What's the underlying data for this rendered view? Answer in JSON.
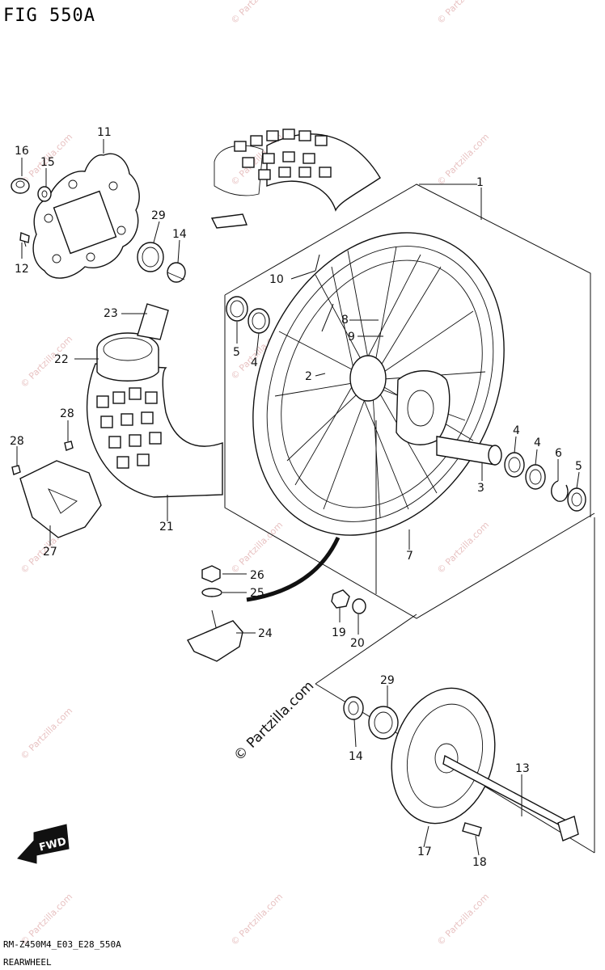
{
  "figure": {
    "title": "FIG 550A",
    "code": "RM-Z450M4_E03_E28_550A",
    "name": "REARWHEEL"
  },
  "watermark": {
    "repeat_text": "© Partzilla.com",
    "center_text": "© Partzilla.com"
  },
  "fwd_label": "FWD",
  "callouts": [
    "1",
    "2",
    "3",
    "4",
    "4",
    "4",
    "5",
    "5",
    "6",
    "7",
    "8",
    "9",
    "10",
    "11",
    "12",
    "13",
    "14",
    "14",
    "15",
    "16",
    "17",
    "18",
    "19",
    "20",
    "21",
    "22",
    "23",
    "24",
    "25",
    "26",
    "27",
    "28",
    "28",
    "29",
    "29"
  ]
}
